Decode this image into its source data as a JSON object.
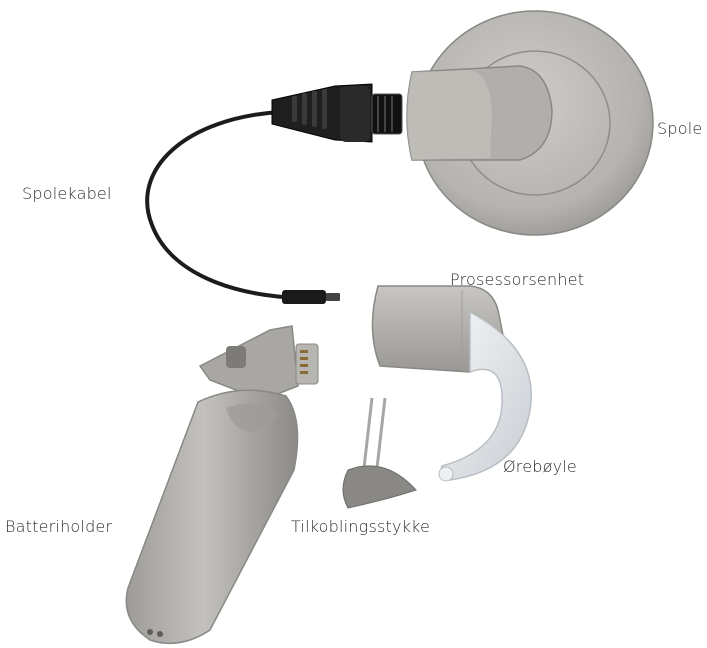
{
  "labels": {
    "spole": "Spole",
    "spolekabel": "Spolekabel",
    "prosessorsenhet": "Prosessorsenhet",
    "orebøyle": "Ørebøyle",
    "batteriholder": "Batteriholder",
    "tilkoblingsstykke": "Tilkoblingsstykke"
  },
  "colors": {
    "device_gray": "#b9b7b3",
    "device_shadow": "#8f8d89",
    "cable_black": "#1c1c1c",
    "earhook_clear": "#e6e9ec"
  }
}
